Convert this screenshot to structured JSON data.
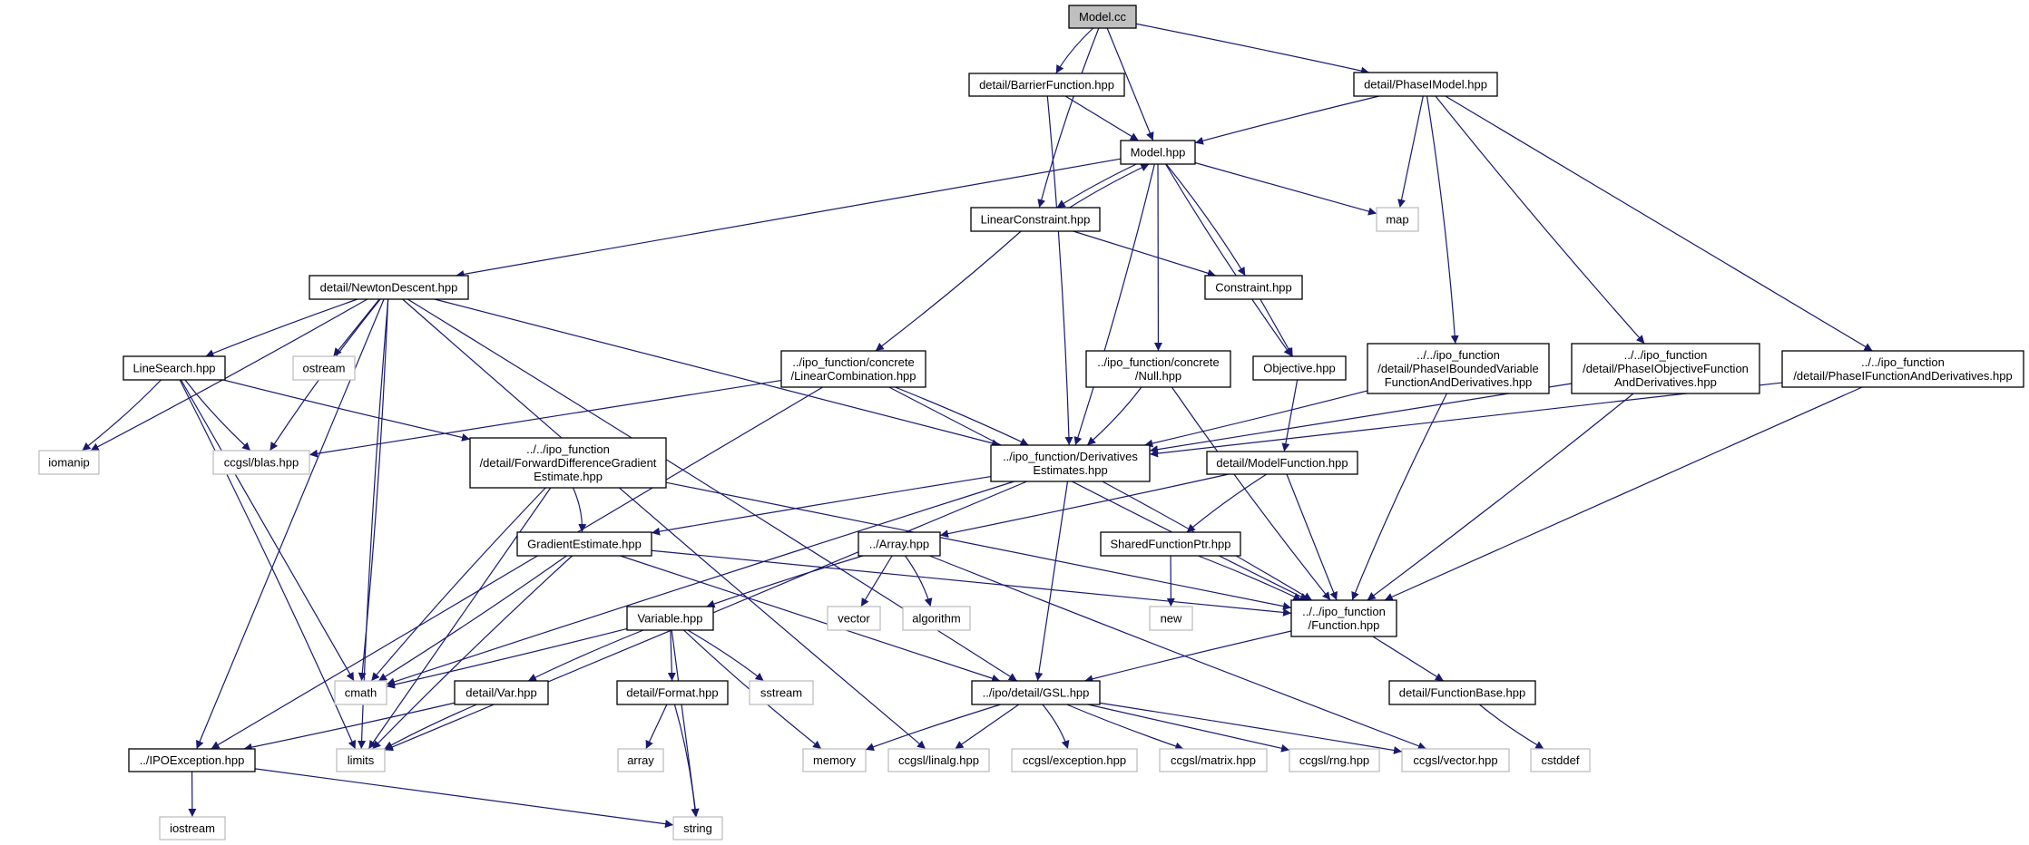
{
  "colors": {
    "edge": "#191970",
    "root_fill": "#bfbfbf",
    "system_border": "#bfbfbf",
    "local_border": "#000000"
  },
  "nodes": [
    {
      "id": "modelcc",
      "label": [
        "Model.cc"
      ],
      "kind": "root"
    },
    {
      "id": "barrier",
      "label": [
        "detail/BarrierFunction.hpp"
      ],
      "kind": "local"
    },
    {
      "id": "phasemodel",
      "label": [
        "detail/PhaseIModel.hpp"
      ],
      "kind": "local"
    },
    {
      "id": "modelhpp",
      "label": [
        "Model.hpp"
      ],
      "kind": "local"
    },
    {
      "id": "linconstr",
      "label": [
        "LinearConstraint.hpp"
      ],
      "kind": "local"
    },
    {
      "id": "map",
      "label": [
        "map"
      ],
      "kind": "system"
    },
    {
      "id": "newton",
      "label": [
        "detail/NewtonDescent.hpp"
      ],
      "kind": "local"
    },
    {
      "id": "constraint",
      "label": [
        "Constraint.hpp"
      ],
      "kind": "local"
    },
    {
      "id": "linesearch",
      "label": [
        "LineSearch.hpp"
      ],
      "kind": "local"
    },
    {
      "id": "ostream",
      "label": [
        "ostream"
      ],
      "kind": "system"
    },
    {
      "id": "lincomb",
      "label": [
        "../ipo_function/concrete",
        "/LinearCombination.hpp"
      ],
      "kind": "local"
    },
    {
      "id": "null",
      "label": [
        "../ipo_function/concrete",
        "/Null.hpp"
      ],
      "kind": "local"
    },
    {
      "id": "objective",
      "label": [
        "Objective.hpp"
      ],
      "kind": "local"
    },
    {
      "id": "pbounded",
      "label": [
        "../../ipo_function",
        "/detail/PhaseIBoundedVariable",
        "FunctionAndDerivatives.hpp"
      ],
      "kind": "local"
    },
    {
      "id": "pobjective",
      "label": [
        "../../ipo_function",
        "/detail/PhaseIObjectiveFunction",
        "AndDerivatives.hpp"
      ],
      "kind": "local"
    },
    {
      "id": "pfunc",
      "label": [
        "../../ipo_function",
        "/detail/PhaseIFunctionAndDerivatives.hpp"
      ],
      "kind": "local"
    },
    {
      "id": "iomanip",
      "label": [
        "iomanip"
      ],
      "kind": "system"
    },
    {
      "id": "blas",
      "label": [
        "ccgsl/blas.hpp"
      ],
      "kind": "system"
    },
    {
      "id": "fwddiff",
      "label": [
        "../../ipo_function",
        "/detail/ForwardDifferenceGradient",
        "Estimate.hpp"
      ],
      "kind": "local"
    },
    {
      "id": "deriv",
      "label": [
        "../ipo_function/Derivatives",
        "Estimates.hpp"
      ],
      "kind": "local"
    },
    {
      "id": "modelfunc",
      "label": [
        "detail/ModelFunction.hpp"
      ],
      "kind": "local"
    },
    {
      "id": "gradest",
      "label": [
        "GradientEstimate.hpp"
      ],
      "kind": "local"
    },
    {
      "id": "array",
      "label": [
        "../Array.hpp"
      ],
      "kind": "local"
    },
    {
      "id": "sharedptr",
      "label": [
        "SharedFunctionPtr.hpp"
      ],
      "kind": "local"
    },
    {
      "id": "variable",
      "label": [
        "Variable.hpp"
      ],
      "kind": "local"
    },
    {
      "id": "vector",
      "label": [
        "vector"
      ],
      "kind": "system"
    },
    {
      "id": "algorithm",
      "label": [
        "algorithm"
      ],
      "kind": "system"
    },
    {
      "id": "new",
      "label": [
        "new"
      ],
      "kind": "system"
    },
    {
      "id": "function",
      "label": [
        "../../ipo_function",
        "/Function.hpp"
      ],
      "kind": "local"
    },
    {
      "id": "cmath",
      "label": [
        "cmath"
      ],
      "kind": "system"
    },
    {
      "id": "var",
      "label": [
        "detail/Var.hpp"
      ],
      "kind": "local"
    },
    {
      "id": "format",
      "label": [
        "detail/Format.hpp"
      ],
      "kind": "local"
    },
    {
      "id": "sstream",
      "label": [
        "sstream"
      ],
      "kind": "system"
    },
    {
      "id": "gsl",
      "label": [
        "../ipo/detail/GSL.hpp"
      ],
      "kind": "local"
    },
    {
      "id": "funcbase",
      "label": [
        "detail/FunctionBase.hpp"
      ],
      "kind": "local"
    },
    {
      "id": "ipoexc",
      "label": [
        "../IPOException.hpp"
      ],
      "kind": "local"
    },
    {
      "id": "limits",
      "label": [
        "limits"
      ],
      "kind": "system"
    },
    {
      "id": "arr",
      "label": [
        "array"
      ],
      "kind": "system"
    },
    {
      "id": "memory",
      "label": [
        "memory"
      ],
      "kind": "system"
    },
    {
      "id": "linalg",
      "label": [
        "ccgsl/linalg.hpp"
      ],
      "kind": "system"
    },
    {
      "id": "exception",
      "label": [
        "ccgsl/exception.hpp"
      ],
      "kind": "system"
    },
    {
      "id": "matrix",
      "label": [
        "ccgsl/matrix.hpp"
      ],
      "kind": "system"
    },
    {
      "id": "rng",
      "label": [
        "ccgsl/rng.hpp"
      ],
      "kind": "system"
    },
    {
      "id": "cvector",
      "label": [
        "ccgsl/vector.hpp"
      ],
      "kind": "system"
    },
    {
      "id": "cstddef",
      "label": [
        "cstddef"
      ],
      "kind": "system"
    },
    {
      "id": "iostream",
      "label": [
        "iostream"
      ],
      "kind": "system"
    },
    {
      "id": "string",
      "label": [
        "string"
      ],
      "kind": "system"
    }
  ],
  "edges": [
    [
      "modelcc",
      "barrier"
    ],
    [
      "modelcc",
      "modelhpp"
    ],
    [
      "modelcc",
      "phasemodel"
    ],
    [
      "modelcc",
      "linconstr"
    ],
    [
      "barrier",
      "modelhpp"
    ],
    [
      "barrier",
      "deriv"
    ],
    [
      "phasemodel",
      "modelhpp"
    ],
    [
      "phasemodel",
      "map"
    ],
    [
      "phasemodel",
      "pbounded"
    ],
    [
      "phasemodel",
      "pobjective"
    ],
    [
      "phasemodel",
      "pfunc"
    ],
    [
      "modelhpp",
      "newton"
    ],
    [
      "modelhpp",
      "linconstr"
    ],
    [
      "modelhpp",
      "map"
    ],
    [
      "modelhpp",
      "constraint"
    ],
    [
      "modelhpp",
      "objective"
    ],
    [
      "modelhpp",
      "null"
    ],
    [
      "modelhpp",
      "deriv"
    ],
    [
      "linconstr",
      "modelhpp"
    ],
    [
      "linconstr",
      "constraint"
    ],
    [
      "linconstr",
      "lincomb"
    ],
    [
      "newton",
      "linesearch"
    ],
    [
      "newton",
      "ostream"
    ],
    [
      "newton",
      "iomanip"
    ],
    [
      "newton",
      "blas"
    ],
    [
      "newton",
      "ipoexc"
    ],
    [
      "newton",
      "cmath"
    ],
    [
      "newton",
      "limits"
    ],
    [
      "newton",
      "deriv"
    ],
    [
      "newton",
      "gsl"
    ],
    [
      "newton",
      "linalg"
    ],
    [
      "constraint",
      "objective"
    ],
    [
      "linesearch",
      "iomanip"
    ],
    [
      "linesearch",
      "blas"
    ],
    [
      "linesearch",
      "cmath"
    ],
    [
      "linesearch",
      "limits"
    ],
    [
      "linesearch",
      "fwddiff"
    ],
    [
      "lincomb",
      "blas"
    ],
    [
      "lincomb",
      "deriv"
    ],
    [
      "lincomb",
      "function"
    ],
    [
      "lincomb",
      "ipoexc"
    ],
    [
      "null",
      "deriv"
    ],
    [
      "null",
      "function"
    ],
    [
      "objective",
      "modelfunc"
    ],
    [
      "pbounded",
      "deriv"
    ],
    [
      "pbounded",
      "function"
    ],
    [
      "pobjective",
      "deriv"
    ],
    [
      "pobjective",
      "function"
    ],
    [
      "pfunc",
      "deriv"
    ],
    [
      "pfunc",
      "function"
    ],
    [
      "fwddiff",
      "gradest"
    ],
    [
      "fwddiff",
      "cmath"
    ],
    [
      "fwddiff",
      "limits"
    ],
    [
      "fwddiff",
      "function"
    ],
    [
      "deriv",
      "gradest"
    ],
    [
      "deriv",
      "gsl"
    ],
    [
      "deriv",
      "function"
    ],
    [
      "deriv",
      "cmath"
    ],
    [
      "deriv",
      "limits"
    ],
    [
      "modelfunc",
      "array"
    ],
    [
      "modelfunc",
      "sharedptr"
    ],
    [
      "modelfunc",
      "function"
    ],
    [
      "gradest",
      "cmath"
    ],
    [
      "gradest",
      "limits"
    ],
    [
      "gradest",
      "gsl"
    ],
    [
      "gradest",
      "function"
    ],
    [
      "array",
      "variable"
    ],
    [
      "array",
      "vector"
    ],
    [
      "array",
      "algorithm"
    ],
    [
      "array",
      "cvector"
    ],
    [
      "sharedptr",
      "new"
    ],
    [
      "sharedptr",
      "function"
    ],
    [
      "function",
      "gsl"
    ],
    [
      "function",
      "funcbase"
    ],
    [
      "variable",
      "cmath"
    ],
    [
      "variable",
      "var"
    ],
    [
      "variable",
      "format"
    ],
    [
      "variable",
      "sstream"
    ],
    [
      "variable",
      "memory"
    ],
    [
      "variable",
      "string"
    ],
    [
      "var",
      "ipoexc"
    ],
    [
      "var",
      "limits"
    ],
    [
      "format",
      "arr"
    ],
    [
      "format",
      "string"
    ],
    [
      "gsl",
      "memory"
    ],
    [
      "gsl",
      "linalg"
    ],
    [
      "gsl",
      "exception"
    ],
    [
      "gsl",
      "matrix"
    ],
    [
      "gsl",
      "rng"
    ],
    [
      "gsl",
      "cvector"
    ],
    [
      "funcbase",
      "cstddef"
    ],
    [
      "ipoexc",
      "iostream"
    ],
    [
      "ipoexc",
      "string"
    ]
  ]
}
